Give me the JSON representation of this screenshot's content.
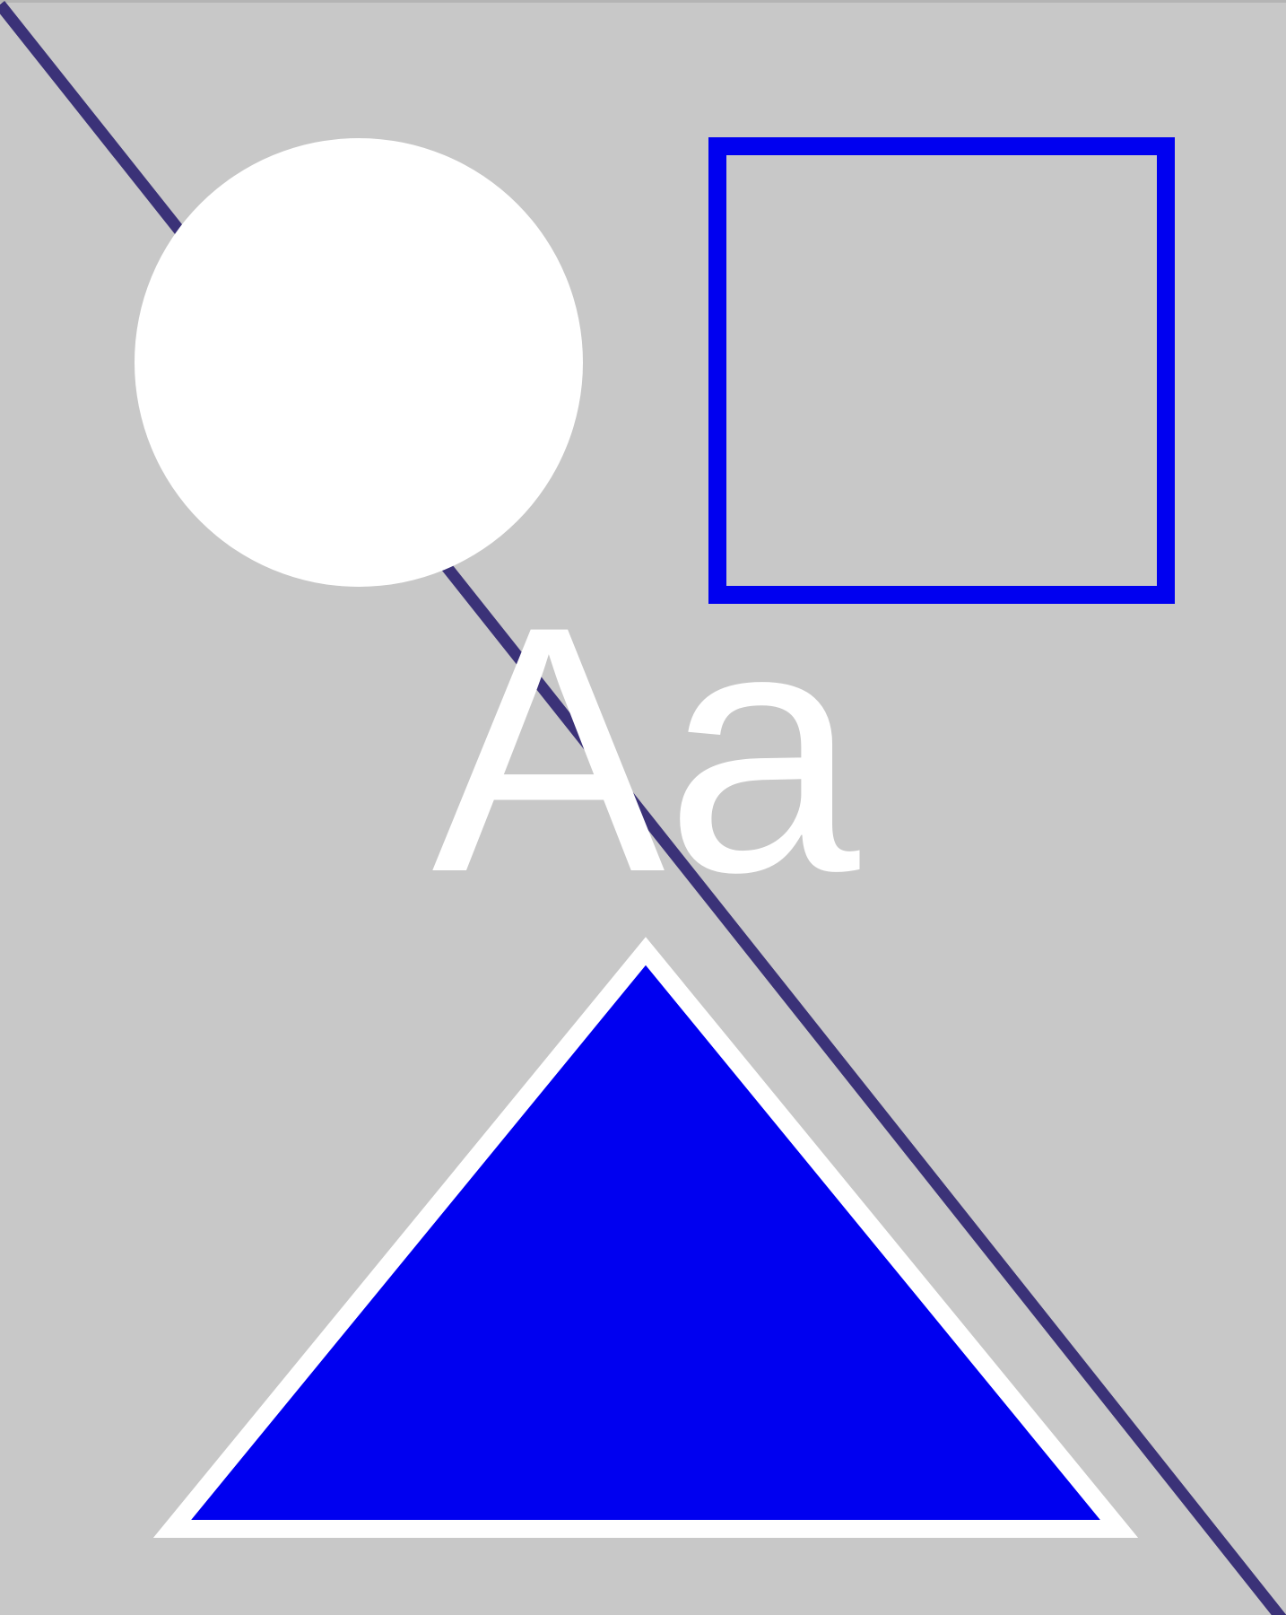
{
  "colors": {
    "background": "#c8c8c8",
    "top_rule": "#b4b4b4",
    "diagonal_line": "#3b3278",
    "circle_fill": "#ffffff",
    "square_stroke": "#0000f0",
    "text_fill": "#ffffff",
    "triangle_fill": "#0000f0",
    "triangle_stroke": "#ffffff"
  },
  "shapes": {
    "circle": "circle-shape",
    "square": "square-outline-shape",
    "triangle": "triangle-shape",
    "line": "diagonal-line"
  },
  "sample_text": "Aa"
}
